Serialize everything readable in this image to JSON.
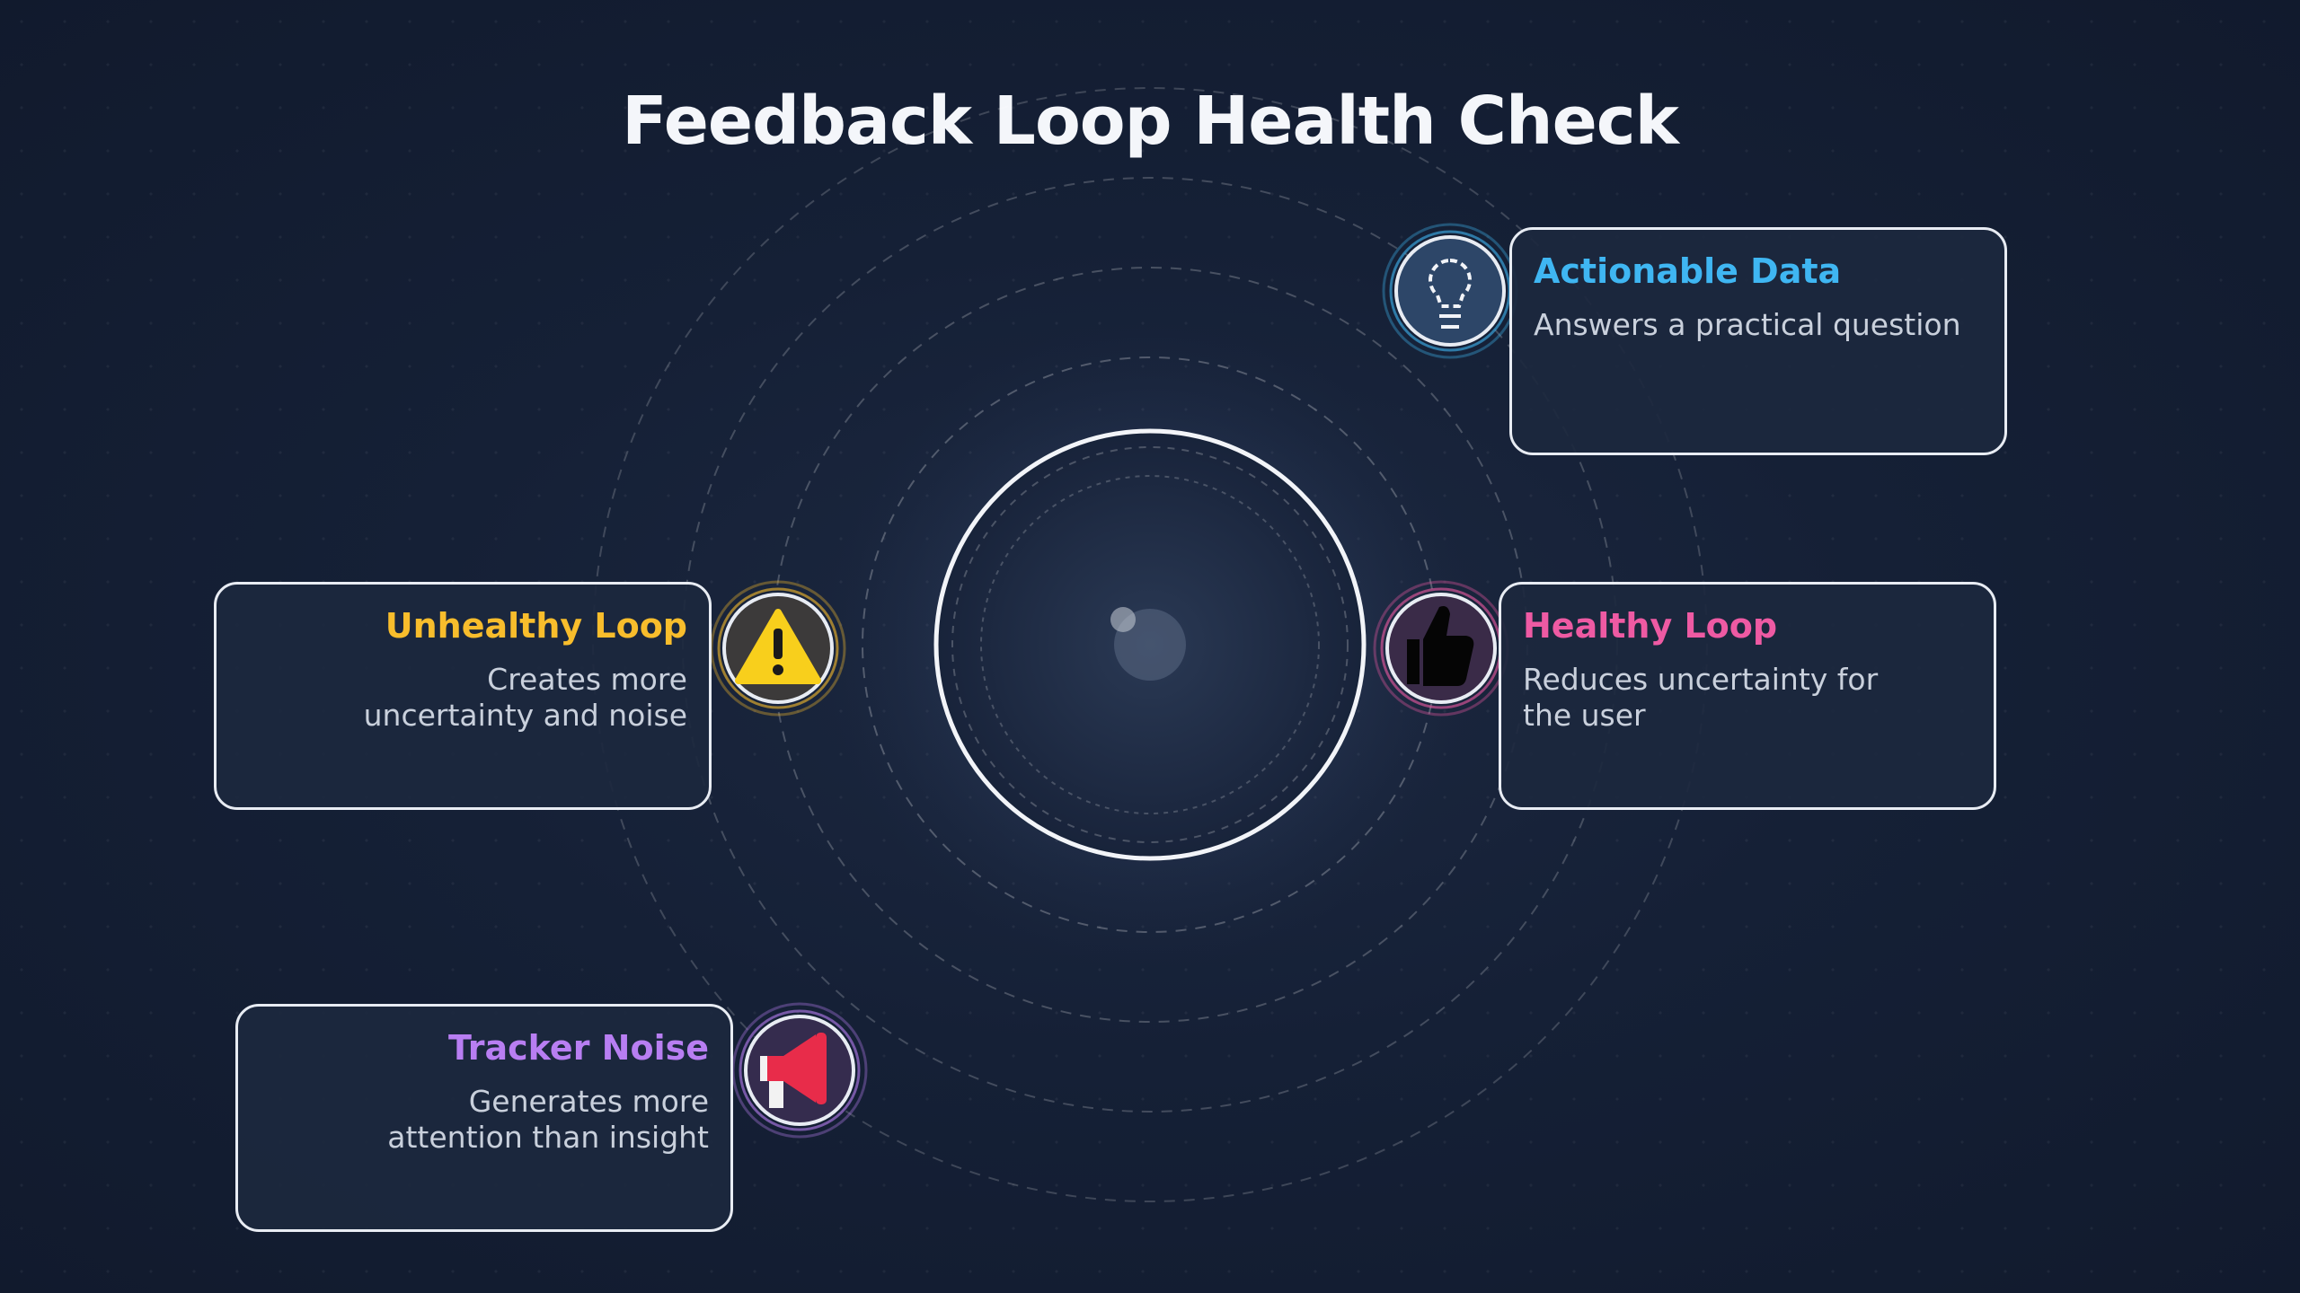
{
  "title": "Feedback Loop Health Check",
  "cards": {
    "actionable": {
      "title": "Actionable Data",
      "desc": "Answers a practical question",
      "color": "#3fb6f2",
      "icon": "lightbulb-icon"
    },
    "healthy": {
      "title": "Healthy Loop",
      "desc": "Reduces uncertainty for the user",
      "color": "#ee5aa3",
      "icon": "thumbs-up-icon"
    },
    "unhealthy": {
      "title": "Unhealthy Loop",
      "desc": "Creates more uncertainty and noise",
      "color": "#f8bd2c",
      "icon": "warning-icon"
    },
    "noise": {
      "title": "Tracker Noise",
      "desc": "Generates more attention than insight",
      "color": "#b87ef2",
      "icon": "megaphone-icon"
    }
  }
}
